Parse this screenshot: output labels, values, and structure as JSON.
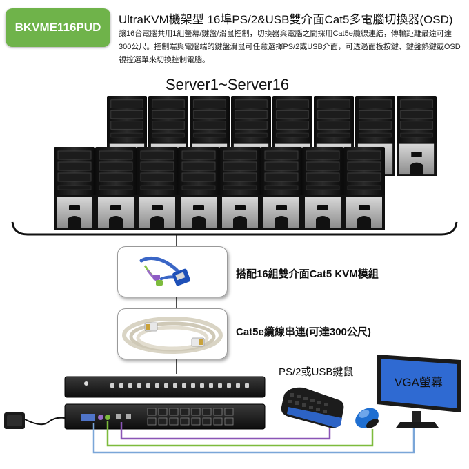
{
  "header": {
    "model_badge": "BKVME116PUD",
    "title": "UltraKVM機架型 16埠PS/2&USB雙介面Cat5多電腦切換器(OSD)",
    "description": "讓16台電腦共用1組螢幕/鍵盤/滑鼠控制，切換器與電腦之間採用Cat5e纜線連結，傳輸距離最遠可達 300公尺。控制端與電腦端的鍵盤滑鼠可任意選擇PS/2或USB介面，可透過面板按鍵、鍵盤熱鍵或OSD視控選單來切換控制電腦。"
  },
  "diagram": {
    "servers_label": "Server1~Server16",
    "server_count": 16,
    "kvm_module_label": "搭配16組雙介面Cat5 KVM模組",
    "cable_label": "Cat5e纜線串連(可達300公尺)",
    "peripherals_label": "PS/2或USB鍵鼠",
    "monitor_label": "VGA螢幕"
  },
  "colors": {
    "badge_green": "#6fb34a",
    "connector_purple": "#8a55b6",
    "connector_green": "#7dbb3c",
    "connector_blue": "#7aa6d8",
    "mouse_blue": "#1f6fd1"
  }
}
